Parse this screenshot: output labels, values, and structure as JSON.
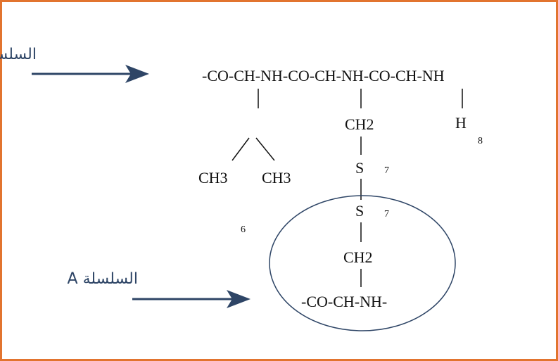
{
  "chain_b": {
    "label": "السلسلة B",
    "backbone": "-CO-CH-NH-CO-CH-NH-CO-CH-NH",
    "side_ch2": "CH2",
    "side_h": "H",
    "ch3_left": "CH3",
    "ch3_right": "CH3",
    "sulfur": "S"
  },
  "chain_a": {
    "label": "السلسلة A",
    "backbone": "-CO-CH-NH-",
    "side_ch2": "CH2",
    "sulfur": "S"
  },
  "numbers": {
    "n8": "8",
    "n7_top": "7",
    "n7_bottom": "7",
    "n6": "6"
  },
  "colors": {
    "frame": "#E2742F",
    "arrow": "#2E4566",
    "text": "#111111"
  }
}
